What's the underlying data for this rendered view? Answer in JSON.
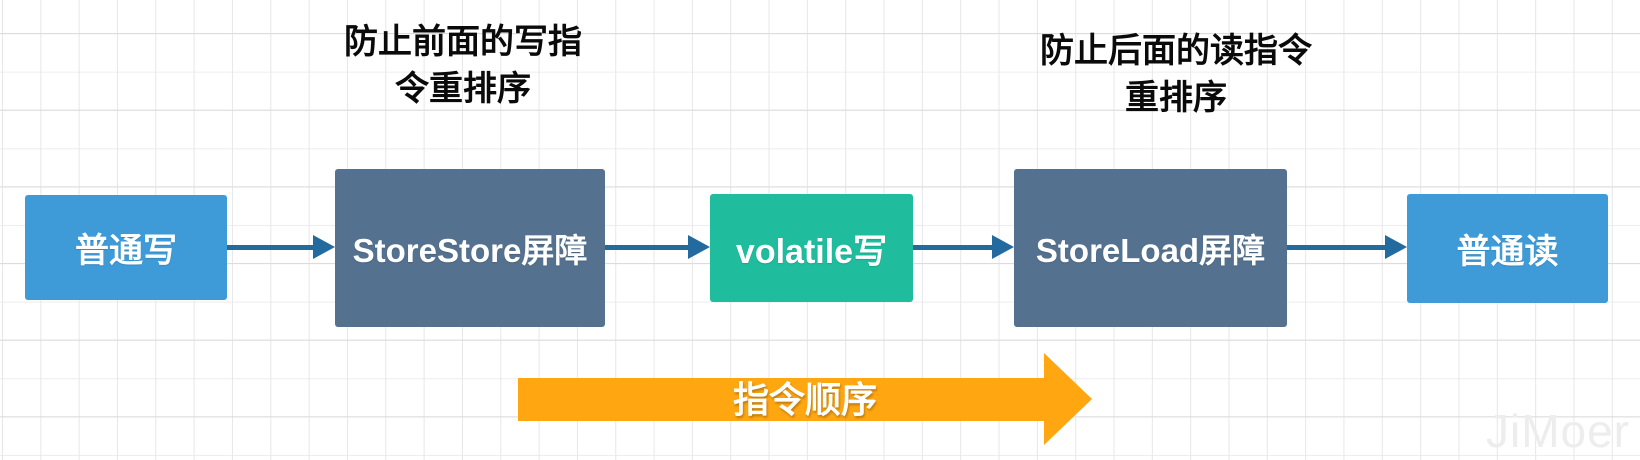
{
  "diagram": {
    "title_context": "volatile write memory barrier flow",
    "annotations": {
      "left": {
        "line1": "防止前面的写指",
        "line2": "令重排序"
      },
      "right": {
        "line1": "防止后面的读指令",
        "line2": "重排序"
      }
    },
    "nodes": [
      {
        "id": "plain-write",
        "label": "普通写"
      },
      {
        "id": "storestore-barrier",
        "label": "StoreStore屏障"
      },
      {
        "id": "volatile-write",
        "label": "volatile写"
      },
      {
        "id": "storeload-barrier",
        "label": "StoreLoad屏障"
      },
      {
        "id": "plain-read",
        "label": "普通读"
      }
    ],
    "flow_arrow_label": "指令顺序",
    "watermark": "JiMoer",
    "colors": {
      "node_blue": "#3E9BD8",
      "node_slate": "#54718F",
      "node_teal": "#1FBC9D",
      "node_text": "#FFFFFF",
      "connector": "#236A9E",
      "flow_arrow": "#FFA611",
      "annotation_text": "#0A0A0A"
    }
  }
}
